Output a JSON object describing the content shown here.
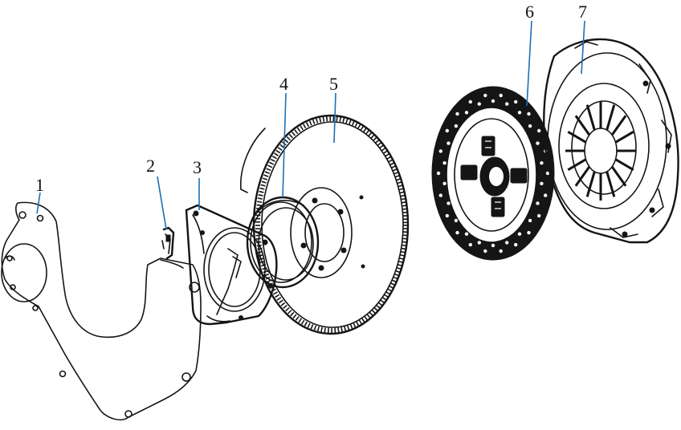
{
  "figure": {
    "callouts": [
      {
        "id": "part-1",
        "label": "1"
      },
      {
        "id": "part-2",
        "label": "2"
      },
      {
        "id": "part-3",
        "label": "3"
      },
      {
        "id": "part-4",
        "label": "4"
      },
      {
        "id": "part-5",
        "label": "5"
      },
      {
        "id": "part-6",
        "label": "6"
      },
      {
        "id": "part-7",
        "label": "7"
      }
    ],
    "colors": {
      "ink": "#141414",
      "leader_line": "#1e6fb4",
      "background": "#ffffff"
    }
  }
}
